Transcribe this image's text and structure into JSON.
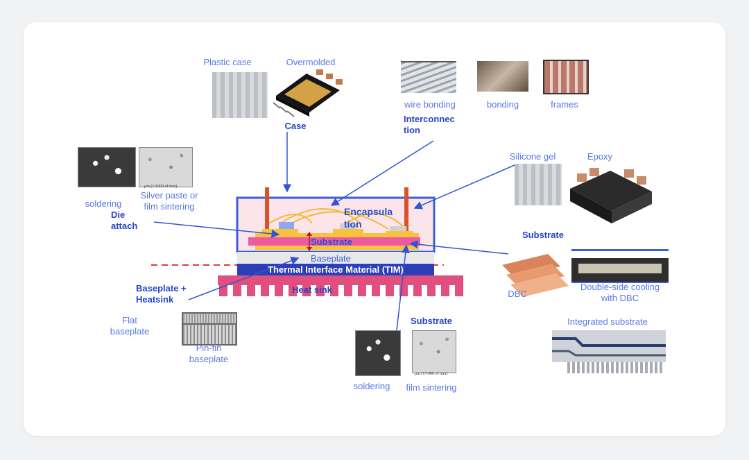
{
  "colors": {
    "label": "#5a78e6",
    "label_bold": "#2a4fd6",
    "arrow": "#2f55d4",
    "package_fill": "#fbe4ea",
    "package_border": "#3b5fd9",
    "substrate_pink": "#ec5aa0",
    "substrate_yellow": "#f7c33c",
    "baseplate": "#e8e8e8",
    "tim": "#2a3fb8",
    "heatsink": "#e04f7e",
    "pin": "#d9532a",
    "dashed_line": "#e23b3b"
  },
  "top": {
    "plastic_case": "Plastic case",
    "overmolded": "Overmolded",
    "case": "Case",
    "wire_bonding": "wire bonding",
    "bonding": "bonding",
    "frames": "frames",
    "interconnection": "Interconnec tion"
  },
  "left": {
    "soldering": "soldering",
    "silver_paste": "Silver paste or film sintering",
    "die_attach": "Die attach",
    "micro_scale": "μm (1/1000 of mm)"
  },
  "right": {
    "silicone_gel": "Silicone gel",
    "epoxy": "Epoxy",
    "substrate": "Substrate",
    "dbc": "DBC",
    "double_side": "Double-side cooling with DBC",
    "integrated": "Integrated substrate"
  },
  "center": {
    "encapsulation": "Encapsula tion",
    "substrate": "Substrate",
    "baseplate": "Baseplate",
    "tim": "Thermal Interface Material (TIM)",
    "heat_sink": "Heat sink"
  },
  "bottom_left": {
    "baseplate_heatsink": "Baseplate + Heatsink",
    "flat_baseplate": "Flat baseplate",
    "pin_fin": "Pin-fin baseplate"
  },
  "bottom_center": {
    "substrate": "Substrate",
    "soldering": "soldering",
    "film_sintering": "film sintering",
    "micro_scale": "μm (1/1000 of mm)"
  }
}
